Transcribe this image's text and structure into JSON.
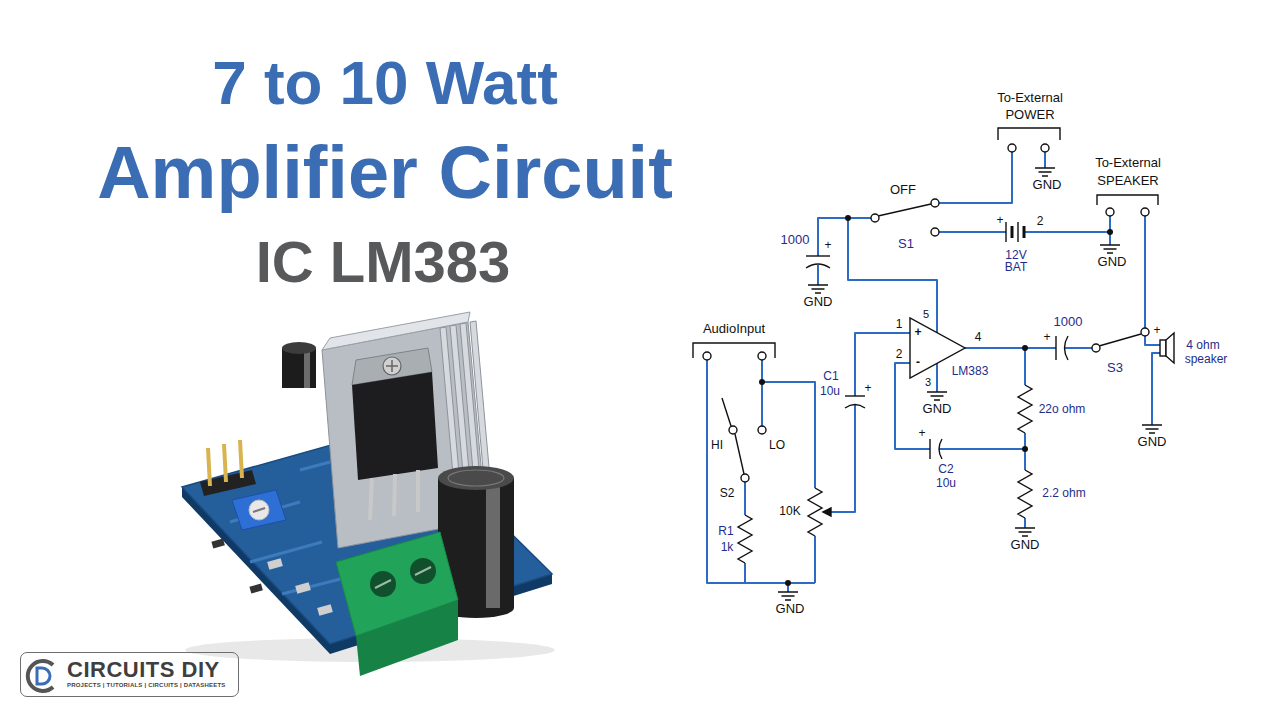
{
  "diagram": {
    "title": "7 to 10 Watt Amplifier Circuit",
    "nodes": [
      {
        "text": [
          "CIRCUITS DIY",
          "PROJECTS | TUTORIALS | CIRCUITS | DATASHEETS"
        ]
      }
    ],
    "labels": [
      "IC LM383",
      "To-External",
      "POWER",
      "GND",
      "OFF",
      "S1",
      "1000",
      "+",
      "GND",
      "+",
      "2",
      "12V",
      "BAT",
      "To-External",
      "SPEAKER",
      "GND",
      "AudioInput",
      "HI",
      "LO",
      "S2",
      "R1",
      "1k",
      "10K",
      "GND",
      "C1",
      "10u",
      "+",
      "1",
      "2",
      "5",
      "4",
      "3",
      "+",
      "-",
      "LM383",
      "GND",
      "1000",
      "+",
      "S3",
      "+",
      "4 ohm",
      "speaker",
      "GND",
      "22o ohm",
      "C2",
      "10u",
      "+",
      "2.2 ohm",
      "GND"
    ]
  }
}
